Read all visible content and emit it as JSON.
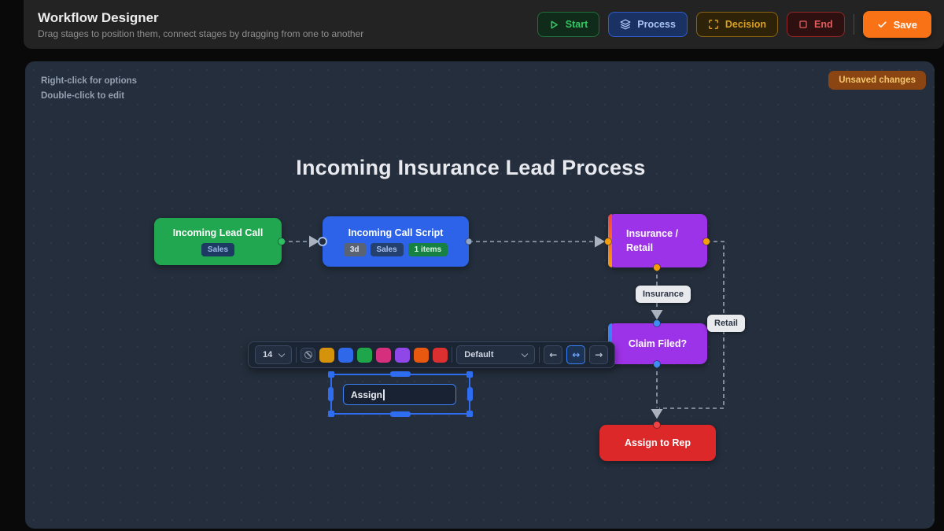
{
  "header": {
    "title": "Workflow Designer",
    "subtitle": "Drag stages to position them, connect stages by dragging from one to another",
    "palette_buttons": [
      {
        "label": "Start",
        "color": "#35c763"
      },
      {
        "label": "Process",
        "color": "#a9c4f7"
      },
      {
        "label": "Decision",
        "color": "#dba125"
      },
      {
        "label": "End",
        "color": "#e25c5c"
      }
    ],
    "save_label": "Save",
    "save_color": "#f97316"
  },
  "canvas": {
    "hints": [
      "Right-click for options",
      "Double-click to edit"
    ],
    "status_badge": "Unsaved changes",
    "diagram_title": "Incoming Insurance Lead Process"
  },
  "nodes": {
    "lead_call": {
      "label": "Incoming Lead Call",
      "badges": [
        "Sales"
      ],
      "color": "#21a750"
    },
    "call_script": {
      "label": "Incoming Call Script",
      "badges": [
        "3d",
        "Sales",
        "1 items"
      ],
      "color": "#2c63e8"
    },
    "insurance_retail": {
      "lines": [
        "Insurance /",
        "Retail"
      ],
      "color": "#9d33e8"
    },
    "claim_filed": {
      "label": "Claim Filed?",
      "color": "#9d33e8"
    },
    "assign_to_rep": {
      "label": "Assign to Rep",
      "color": "#dc2828"
    }
  },
  "edge_labels": {
    "insurance": "Insurance",
    "retail": "Retail"
  },
  "toolbar": {
    "font_size": "14",
    "font_family": "Default",
    "swatch_colors": [
      "#d4930b",
      "#2f68e8",
      "#1fa64a",
      "#d62f7e",
      "#8f47e8",
      "#e8590f",
      "#dc2f2f"
    ],
    "align_left": "←",
    "align_center": "↔",
    "align_right": "→"
  },
  "editor": {
    "value": "Assign"
  }
}
